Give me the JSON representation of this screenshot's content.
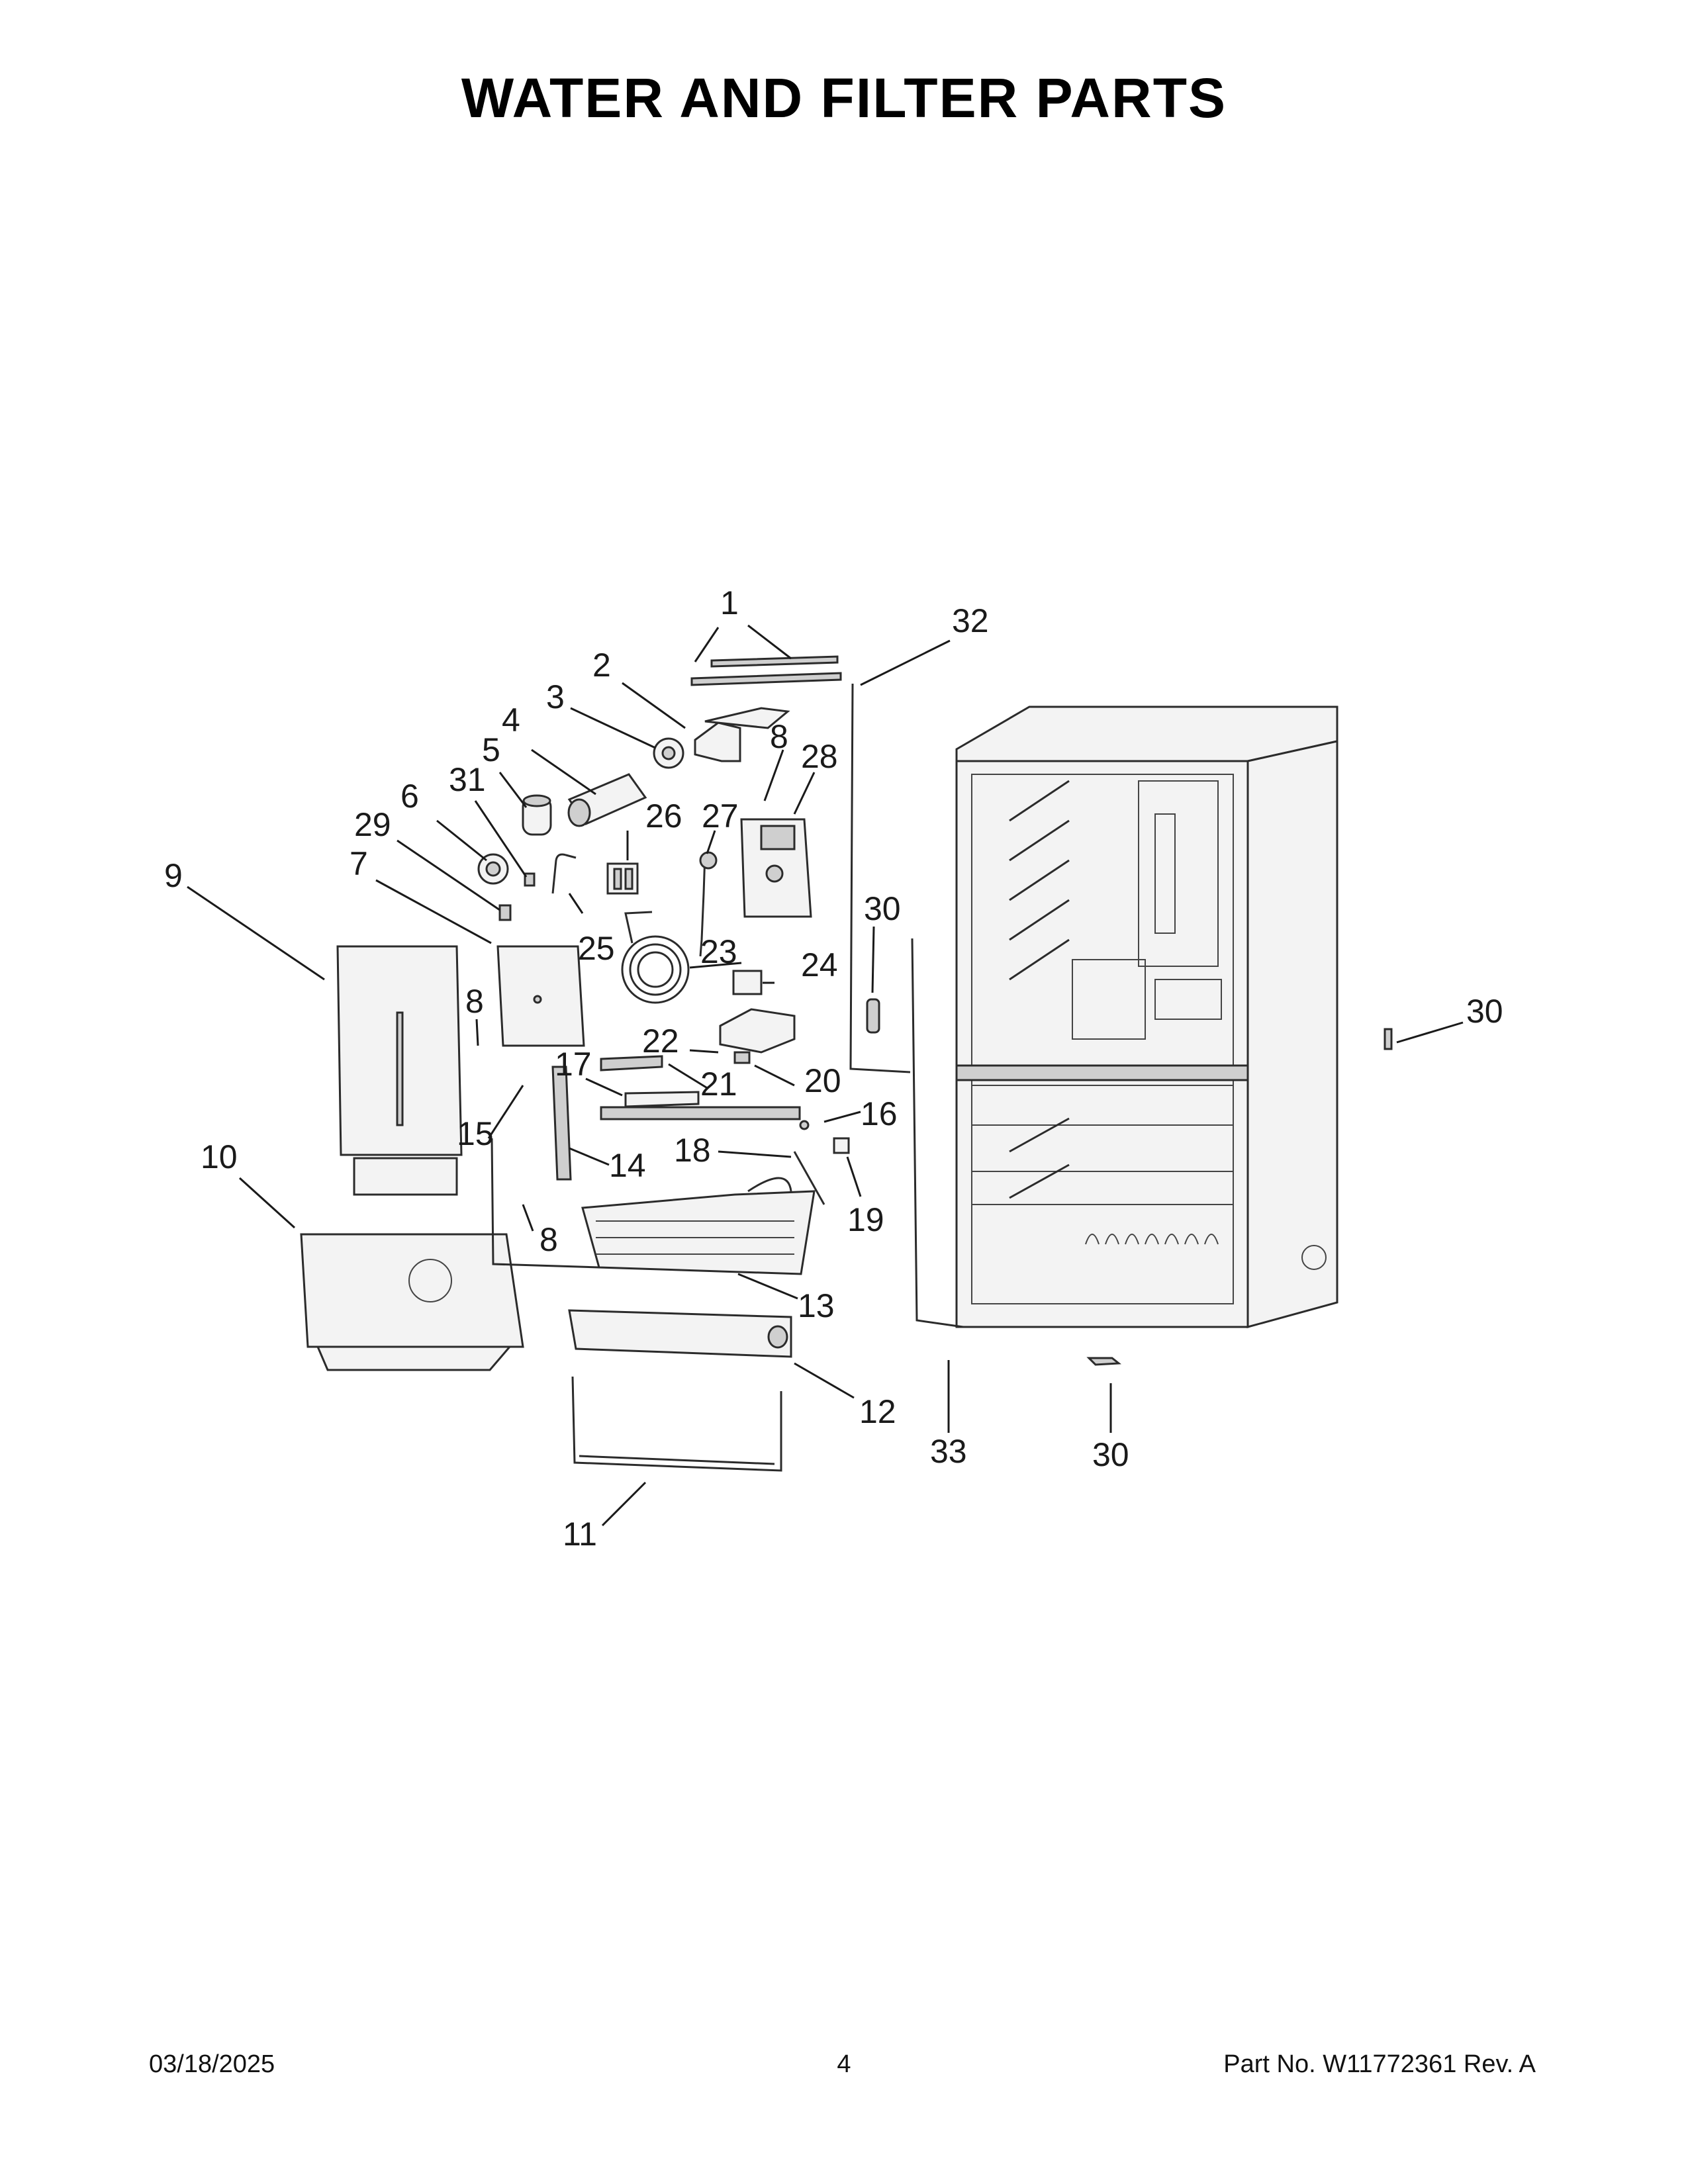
{
  "page": {
    "title": "WATER AND FILTER PARTS"
  },
  "callouts": {
    "c1": "1",
    "c2": "2",
    "c3": "3",
    "c4": "4",
    "c5": "5",
    "c6": "6",
    "c7": "7",
    "c8a": "8",
    "c8b": "8",
    "c8c": "8",
    "c9": "9",
    "c10": "10",
    "c11": "11",
    "c12": "12",
    "c13": "13",
    "c14": "14",
    "c15": "15",
    "c16": "16",
    "c17": "17",
    "c18": "18",
    "c19": "19",
    "c20": "20",
    "c21": "21",
    "c22": "22",
    "c23": "23",
    "c24": "24",
    "c25": "25",
    "c26": "26",
    "c27": "27",
    "c28": "28",
    "c29": "29",
    "c30a": "30",
    "c30b": "30",
    "c30c": "30",
    "c31": "31",
    "c32": "32",
    "c33": "33"
  },
  "footer": {
    "date": "03/18/2025",
    "page_number": "4",
    "part_info": "Part No.  W11772361   Rev.  A"
  }
}
